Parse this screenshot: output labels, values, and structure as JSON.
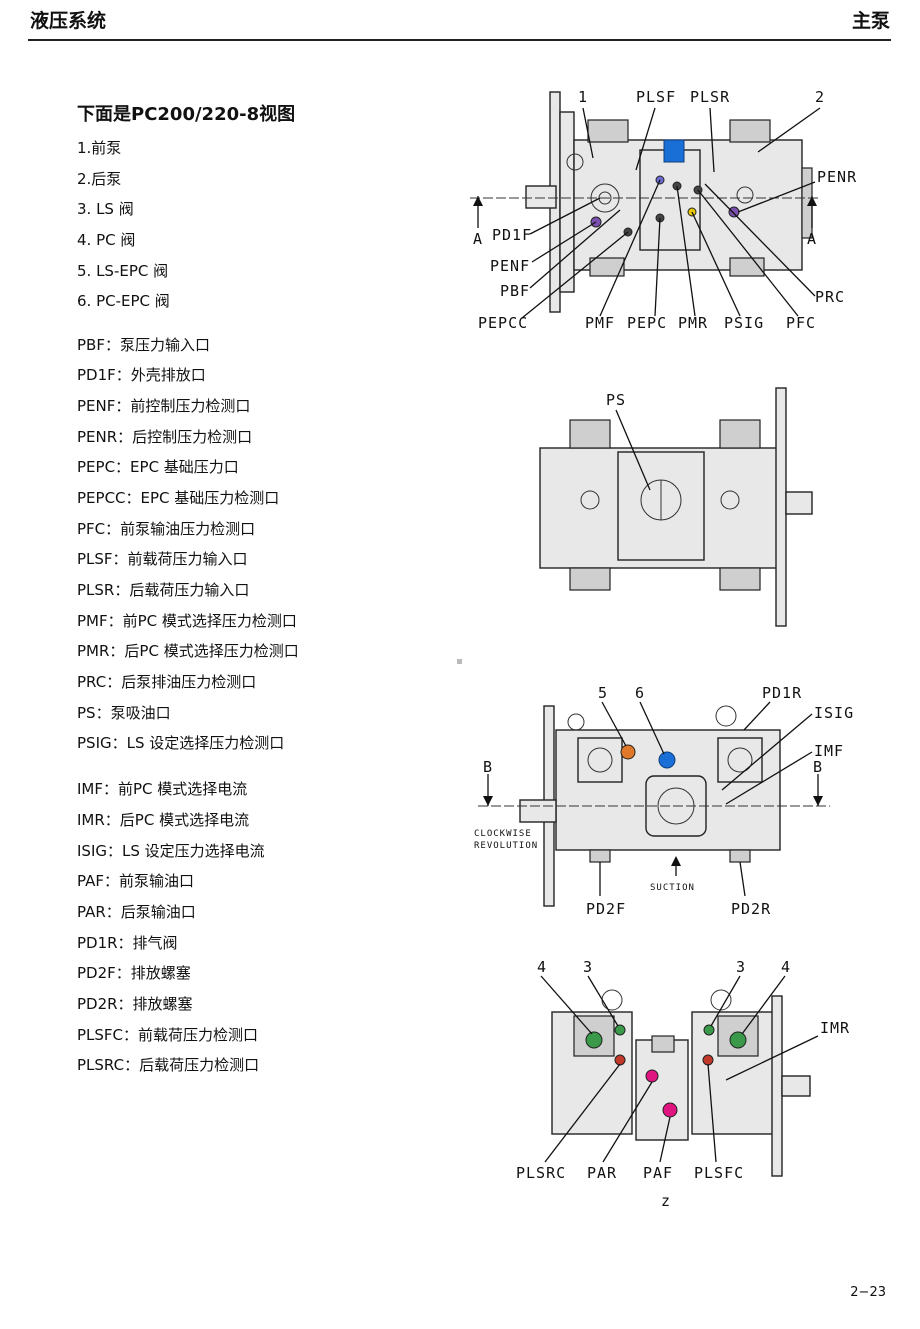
{
  "header": {
    "left": "液压系统",
    "right": "主泵"
  },
  "title": "下面是PC200/220-8视图",
  "numbered": [
    "1.前泵",
    "2.后泵",
    "3. LS 阀",
    "4. PC 阀",
    "5. LS-EPC 阀",
    "6. PC-EPC 阀"
  ],
  "ports": [
    "PBF：泵压力输入口",
    "PD1F：外壳排放口",
    "PENF：前控制压力检测口",
    "PENR：后控制压力检测口",
    "PEPC：EPC 基础压力口",
    "PEPCC：EPC 基础压力检测口",
    "PFC：前泵输油压力检测口",
    "PLSF：前载荷压力输入口",
    "PLSR：后载荷压力输入口",
    "PMF：前PC 模式选择压力检测口",
    "PMR：后PC 模式选择压力检测口",
    "PRC：后泵排油压力检测口",
    "PS：泵吸油口",
    "PSIG：LS 设定选择压力检测口"
  ],
  "signals": [
    "IMF：前PC 模式选择电流",
    "IMR：后PC 模式选择电流",
    "ISIG：LS 设定压力选择电流",
    "PAF：前泵输油口",
    "PAR：后泵输油口",
    "PD1R：排气阀",
    "PD2F：排放螺塞",
    "PD2R：排放螺塞",
    "PLSFC：前载荷压力检测口",
    "PLSRC：后载荷压力检测口"
  ],
  "fig1": {
    "n1": "1",
    "n2": "2",
    "PLSF": "PLSF",
    "PLSR": "PLSR",
    "PENR": "PENR",
    "A1": "A",
    "A2": "A",
    "PD1F": "PD1F",
    "PENF": "PENF",
    "PBF": "PBF",
    "PEPCC": "PEPCC",
    "PMF": "PMF",
    "PEPC": "PEPC",
    "PMR": "PMR",
    "PSIG": "PSIG",
    "PFC": "PFC",
    "PRC": "PRC"
  },
  "fig2": {
    "PS": "PS"
  },
  "fig3": {
    "n5": "5",
    "n6": "6",
    "PD1R": "PD1R",
    "ISIG": "ISIG",
    "IMF": "IMF",
    "B1": "B",
    "B2": "B",
    "cw1": "CLOCKWISE",
    "cw2": "REVOLUTION",
    "suction": "SUCTION",
    "PD2F": "PD2F",
    "PD2R": "PD2R"
  },
  "fig4": {
    "n4a": "4",
    "n3a": "3",
    "n3b": "3",
    "n4b": "4",
    "IMR": "IMR",
    "PLSRC": "PLSRC",
    "PAR": "PAR",
    "PAF": "PAF",
    "PLSFC": "PLSFC",
    "z": "z"
  },
  "page_number": "2−23",
  "colors": {
    "blue_valve": "#1a6fd6",
    "orange_valve": "#e0782a",
    "magenta_port": "#e0157f",
    "purple_port": "#7b4fb0",
    "yellow_port": "#e8c800",
    "red_port": "#c0392b"
  }
}
